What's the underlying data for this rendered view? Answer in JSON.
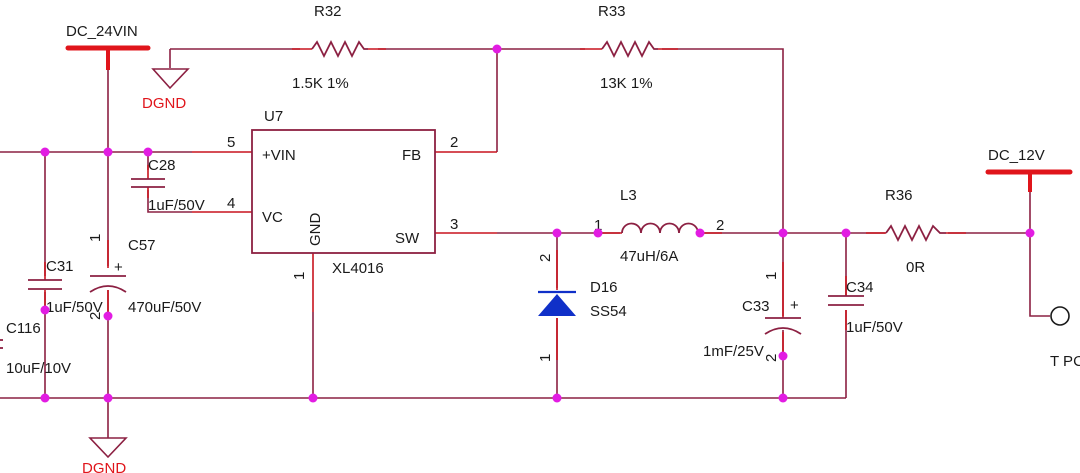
{
  "colors": {
    "wire": "#8c2042",
    "component": "#8c2042",
    "junction": "#e21ce2",
    "rail": "#e0151b",
    "ground_text": "#e0151b",
    "text": "#1a1a1a"
  },
  "nets": {
    "dc_24vin": "DC_24VIN",
    "dc_12v": "DC_12V",
    "dgnd_top": "DGND",
    "dgnd_bottom": "DGND"
  },
  "u7": {
    "designator": "U7",
    "part": "XL4016",
    "pin_vin": "+VIN",
    "pin_vc": "VC",
    "pin_fb": "FB",
    "pin_sw": "SW",
    "pin_gnd": "GND",
    "num_vin": "5",
    "num_vc": "4",
    "num_fb": "2",
    "num_sw": "3",
    "num_gnd": "1"
  },
  "r32": {
    "designator": "R32",
    "value": "1.5K 1%"
  },
  "r33": {
    "designator": "R33",
    "value": "13K 1%"
  },
  "r36": {
    "designator": "R36",
    "value": "0R"
  },
  "l3": {
    "designator": "L3",
    "value": "47uH/6A",
    "pin1": "1",
    "pin2": "2"
  },
  "d16": {
    "designator": "D16",
    "part": "SS54",
    "pin1": "1",
    "pin2": "2"
  },
  "c28": {
    "designator": "C28",
    "value": "1uF/50V"
  },
  "c31": {
    "designator": "C31",
    "value": "1uF/50V"
  },
  "c57": {
    "designator": "C57",
    "value": "470uF/50V",
    "pin1": "1",
    "pin2": "2",
    "polarity": "+"
  },
  "c116": {
    "designator": "C116",
    "value": "10uF/10V"
  },
  "c33": {
    "designator": "C33",
    "value": "1mF/25V",
    "pin1": "1",
    "pin2": "2",
    "polarity": "+"
  },
  "c34": {
    "designator": "C34",
    "value": "1uF/50V"
  },
  "testpoint": {
    "label": "T PC"
  }
}
